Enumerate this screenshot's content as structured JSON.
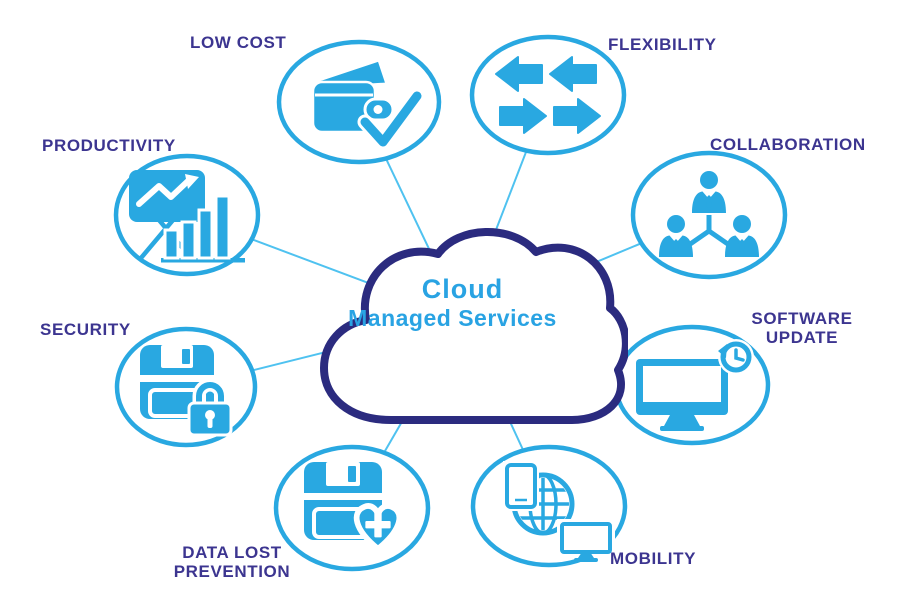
{
  "diagram": {
    "center": {
      "title": "Cloud",
      "subtitle": "Managed Services"
    },
    "nodes": [
      {
        "label": "LOW COST",
        "icon": "wallet-check-icon"
      },
      {
        "label": "FLEXIBILITY",
        "icon": "swap-arrows-icon"
      },
      {
        "label": "COLLABORATION",
        "icon": "team-hierarchy-icon"
      },
      {
        "label": "SOFTWARE UPDATE",
        "icon": "monitor-update-clock-icon"
      },
      {
        "label": "MOBILITY",
        "icon": "globe-devices-icon"
      },
      {
        "label": "DATA LOST PREVENTION",
        "icon": "floppy-disk-heart-plus-icon"
      },
      {
        "label": "SECURITY",
        "icon": "floppy-disk-padlock-icon"
      },
      {
        "label": "PRODUCTIVITY",
        "icon": "presentation-chart-bars-icon"
      }
    ]
  },
  "colors": {
    "accent_blue": "#29a8e1",
    "line_blue": "#4fc2f0",
    "label_indigo": "#3c3590",
    "cloud_outline": "#2b2b7f",
    "cloud_text": "#29a3e3",
    "background": "#ffffff"
  }
}
